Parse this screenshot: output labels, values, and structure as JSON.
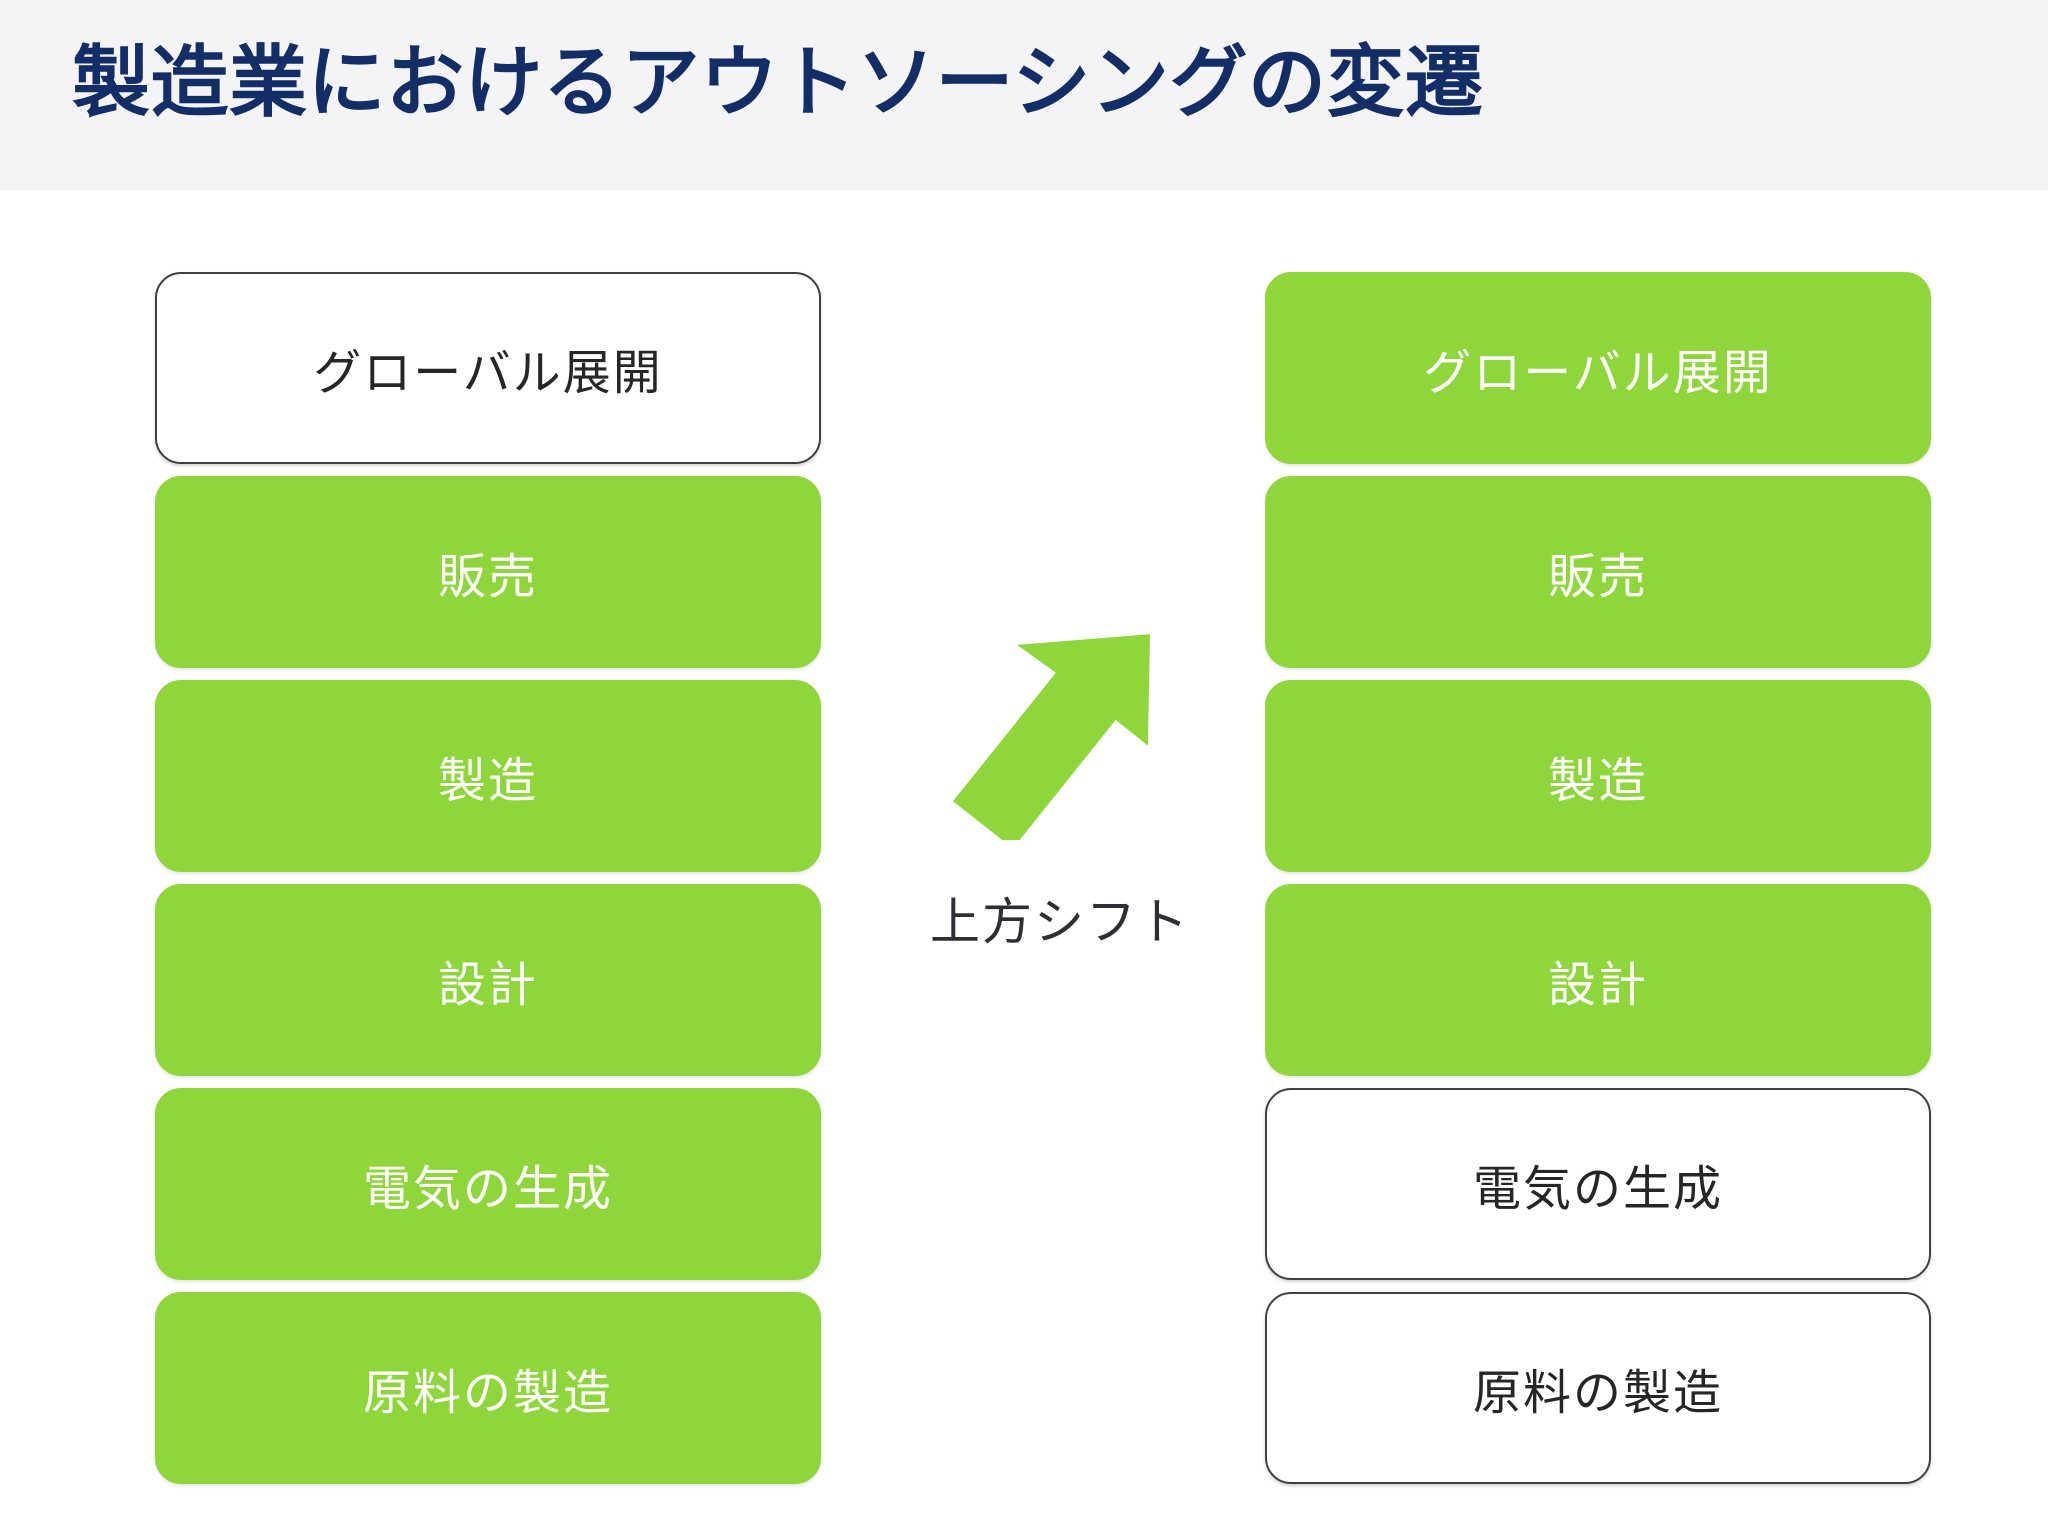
{
  "header": {
    "title": "製造業におけるアウトソーシングの変遷",
    "background_color": "#f4f4f6",
    "title_color": "#132d67"
  },
  "theme": {
    "accent_green": "#8ed63c",
    "outline_border": "#3f3f46",
    "outline_text": "#262626",
    "filled_text": "#ffffff",
    "canvas_background": "#ffffff"
  },
  "diagram": {
    "left_column": {
      "name": "before-stack",
      "items": [
        {
          "label": "グローバル展開",
          "style": "outline"
        },
        {
          "label": "販売",
          "style": "filled"
        },
        {
          "label": "製造",
          "style": "filled"
        },
        {
          "label": "設計",
          "style": "filled"
        },
        {
          "label": "電気の生成",
          "style": "filled"
        },
        {
          "label": "原料の製造",
          "style": "filled"
        }
      ]
    },
    "right_column": {
      "name": "after-stack",
      "items": [
        {
          "label": "グローバル展開",
          "style": "filled"
        },
        {
          "label": "販売",
          "style": "filled"
        },
        {
          "label": "製造",
          "style": "filled"
        },
        {
          "label": "設計",
          "style": "filled"
        },
        {
          "label": "電気の生成",
          "style": "outline"
        },
        {
          "label": "原料の製造",
          "style": "outline"
        }
      ]
    },
    "middle": {
      "arrow_icon": "arrow-up-right-icon",
      "arrow_color": "#8ed63c",
      "caption": "上方シフト"
    }
  }
}
